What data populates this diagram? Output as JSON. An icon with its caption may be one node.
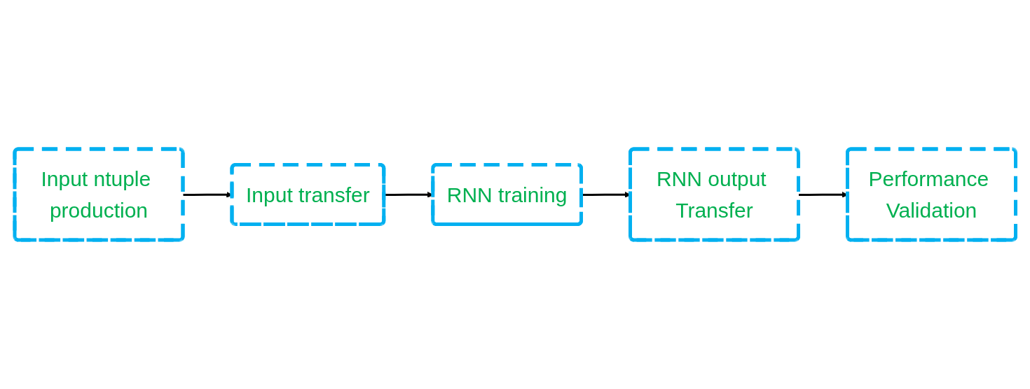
{
  "diagram": {
    "nodes": [
      {
        "text": [
          "Input ntuple production"
        ]
      },
      {
        "text": [
          "Input transfer"
        ]
      },
      {
        "text": [
          "RNN training"
        ]
      },
      {
        "text": [
          "RNN output Transfer"
        ]
      },
      {
        "text": [
          "Performance Validation"
        ]
      }
    ],
    "edges": [
      {
        "from": 0,
        "to": 1,
        "arrow": "to"
      },
      {
        "from": 1,
        "to": 2,
        "arrow": "to"
      },
      {
        "from": 2,
        "to": 3,
        "arrow": "to"
      },
      {
        "from": 3,
        "to": 4,
        "arrow": "to"
      }
    ]
  }
}
